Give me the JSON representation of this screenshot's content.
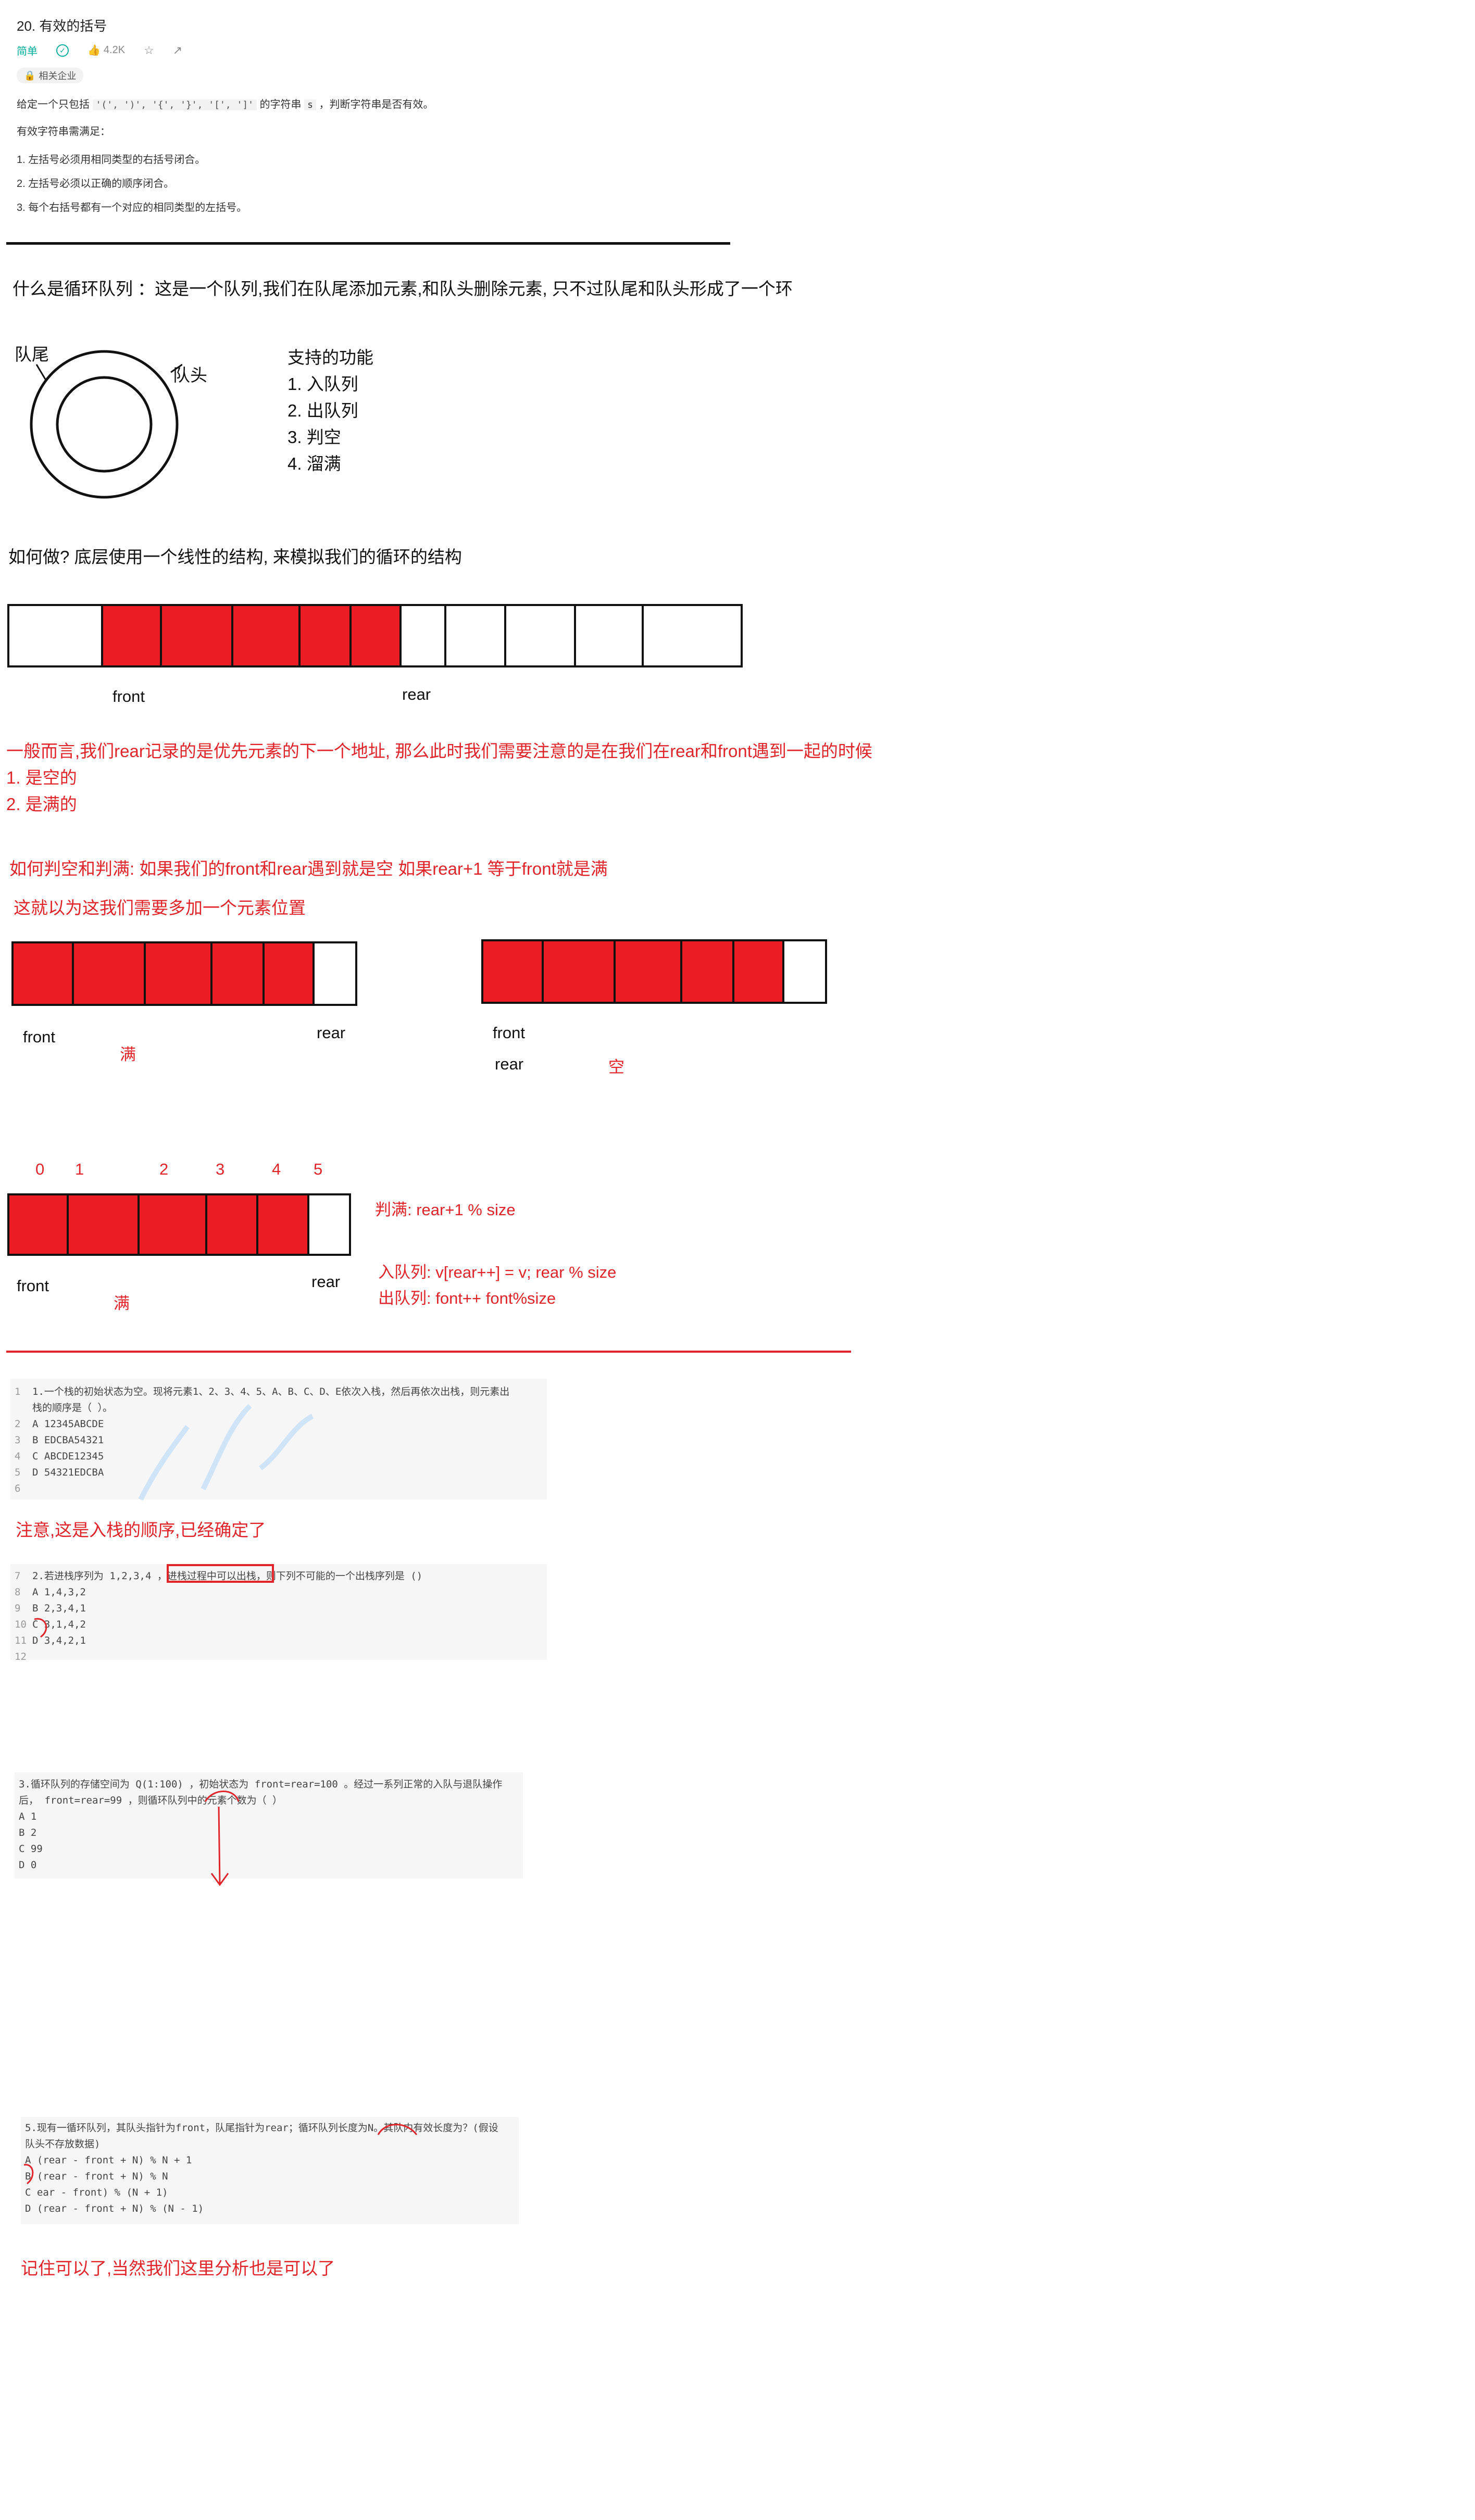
{
  "problem": {
    "title": "20. 有效的括号",
    "difficulty": "简单",
    "likes": "4.2K",
    "company_tag": "相关企业",
    "desc_prefix": "给定一个只包括",
    "desc_chars": "'(', ')', '{', '}', '[', ']'",
    "desc_mid": "的字符串",
    "desc_var": "s",
    "desc_suffix": "，判断字符串是否有效。",
    "valid_heading": "有效字符串需满足：",
    "rules": [
      "1. 左括号必须用相同类型的右括号闭合。",
      "2. 左括号必须以正确的顺序闭合。",
      "3. 每个右括号都有一个对应的相同类型的左括号。"
    ]
  },
  "notes": {
    "what_is": "什么是循环队列 ：这是一个队列,我们在队尾添加元素,和队头删除元素, 只不过队尾和队头形成了一个环",
    "tail_label": "队尾",
    "head_label": "队头",
    "features_title": "支持的功能",
    "features": [
      "1. 入队列",
      "2. 出队列",
      "3. 判空",
      "4. 溜满"
    ],
    "how_to": "如何做? 底层使用一个线性的结构, 来模拟我们的循环的结构",
    "front": "front",
    "rear": "rear",
    "general": "一般而言,我们rear记录的是优先元素的下一个地址, 那么此时我们需要注意的是在我们在rear和front遇到一起的时候",
    "case1": "1. 是空的",
    "case2": "2. 是满的",
    "judge": "如何判空和判满: 如果我们的front和rear遇到就是空 如果rear+1 等于front就是满",
    "extra": "这就以为这我们需要多加一个元素位置",
    "full": "满",
    "empty": "空",
    "indices": [
      "0",
      "1",
      "2",
      "3",
      "4",
      "5"
    ],
    "judge_full": "判满: rear+1  % size",
    "enqueue": "入队列:  v[rear++]   = v; rear % size",
    "dequeue": "出队列:  font++ font%size",
    "note_push_order": "注意,这是入栈的顺序,已经确定了",
    "remember": "记住可以了,当然我们这里分析也是可以了"
  },
  "q1": {
    "lines": [
      {
        "n": "1",
        "t": "1.一个栈的初始状态为空。现将元素1、2、3、4、5、A、B、C、D、E依次入栈，然后再依次出栈，则元素出"
      },
      {
        "n": "",
        "t": "栈的顺序是（  ）。"
      },
      {
        "n": "2",
        "t": "A 12345ABCDE"
      },
      {
        "n": "3",
        "t": "B EDCBA54321"
      },
      {
        "n": "4",
        "t": "C ABCDE12345"
      },
      {
        "n": "5",
        "t": "D 54321EDCBA"
      },
      {
        "n": "6",
        "t": ""
      }
    ]
  },
  "q2": {
    "lines": [
      {
        "n": "7",
        "t": "2.若进栈序列为 1,2,3,4 ，进栈过程中可以出栈，则下列不可能的一个出栈序列是 ()"
      },
      {
        "n": "8",
        "t": "A 1,4,3,2"
      },
      {
        "n": "9",
        "t": "B 2,3,4,1"
      },
      {
        "n": "10",
        "t": "C 3,1,4,2"
      },
      {
        "n": "11",
        "t": "D 3,4,2,1"
      },
      {
        "n": "12",
        "t": ""
      }
    ]
  },
  "q3": {
    "lines": [
      "3.循环队列的存储空间为 Q(1:100) ，初始状态为 front=rear=100 。经过一系列正常的入队与退队操作",
      "后， front=rear=99 ，则循环队列中的元素个数为（ ）",
      "A 1",
      "B 2",
      "C 99",
      "D 0"
    ]
  },
  "q5": {
    "lines": [
      "5.现有一循环队列，其队头指针为front，队尾指针为rear；循环队列长度为N。其队内有效长度为？(假设",
      "队头不存放数据)",
      "A (rear - front + N) % N + 1",
      "B (rear - front + N) % N",
      "C ear - front) % (N + 1)",
      "D (rear - front + N) % (N - 1)"
    ]
  },
  "colors": {
    "fill": "#ec1c24",
    "accent_red": "#e0242a",
    "easy": "#00af9b"
  }
}
